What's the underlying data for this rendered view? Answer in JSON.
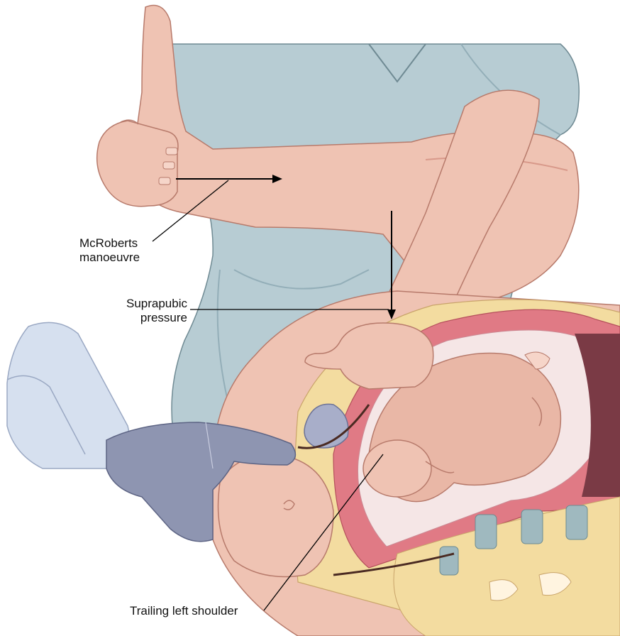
{
  "labels": {
    "mcroberts": {
      "line1": "McRoberts",
      "line2": "manoeuvre"
    },
    "suprapubic": {
      "line1": "Suprapubic",
      "line2": "pressure"
    },
    "shoulder": "Trailing left shoulder"
  },
  "colors": {
    "scrubs": "#b7ccd3",
    "scrubs_shadow": "#93aeb8",
    "skin": "#efc3b3",
    "skin_shadow": "#d8998a",
    "uterus": "#e07a85",
    "fat_layer": "#f3dca0",
    "spine_disc": "#9fb9bf",
    "drape": "#d6e0ef",
    "glove": "#8e95b1",
    "arrow": "#000000"
  }
}
